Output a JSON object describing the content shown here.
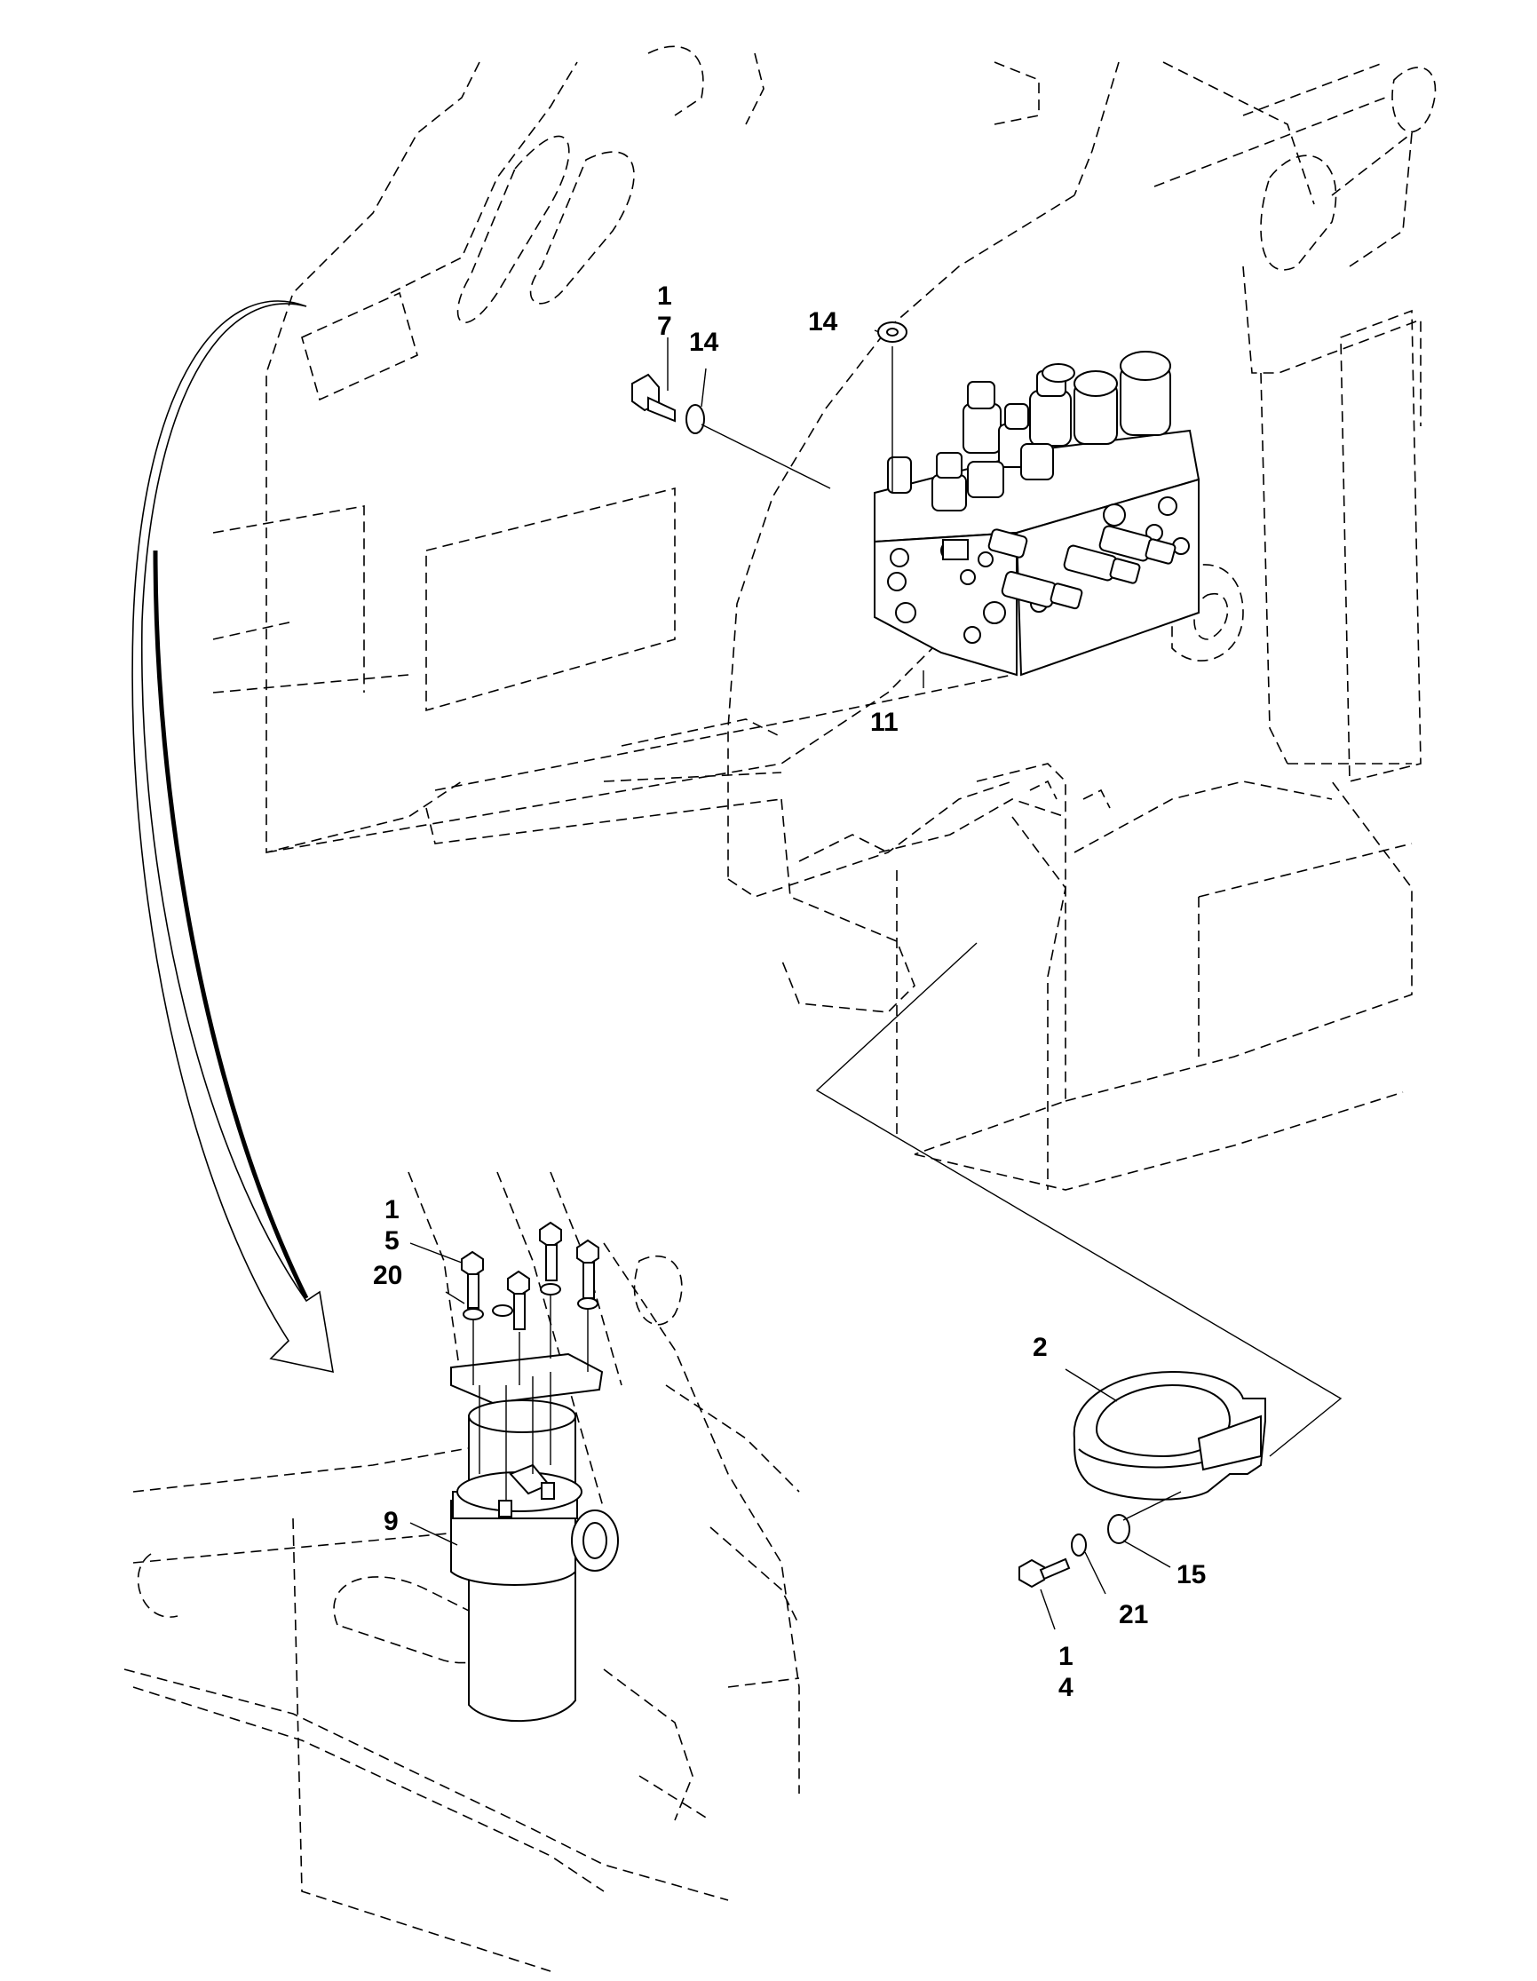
{
  "diagram": {
    "callouts": {
      "valve_top_1": "1",
      "valve_top_7": "7",
      "valve_washer_14": "14",
      "valve_top_washer_14": "14",
      "valve_block_11": "11",
      "filter_1": "1",
      "filter_5": "5",
      "filter_20": "20",
      "filter_9": "9",
      "horn_2": "2",
      "horn_15": "15",
      "horn_21": "21",
      "horn_1": "1",
      "horn_4": "4"
    }
  }
}
